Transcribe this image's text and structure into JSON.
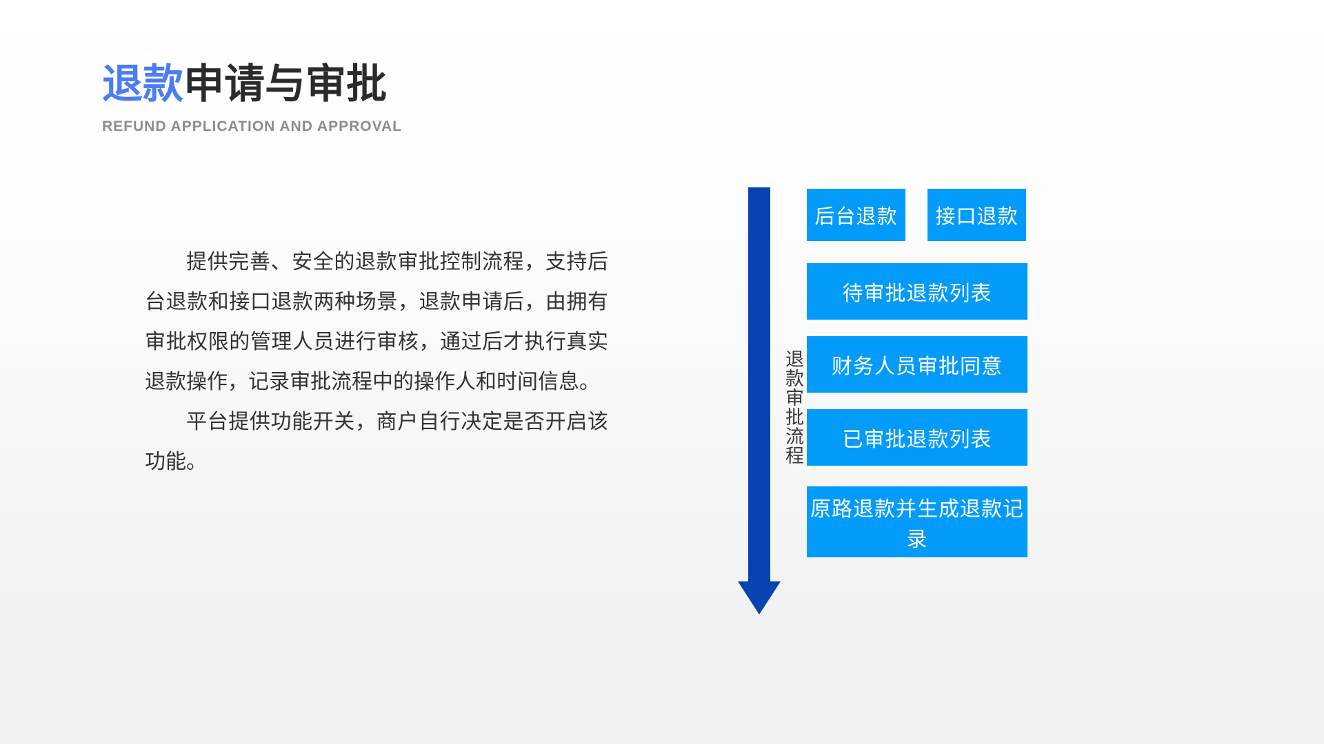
{
  "header": {
    "title_accent": "退款",
    "title_rest": "申请与审批",
    "subtitle": "REFUND APPLICATION AND APPROVAL"
  },
  "body": {
    "paragraph_1": "提供完善、安全的退款审批控制流程，支持后台退款和接口退款两种场景，退款申请后，由拥有审批权限的管理人员进行审核，通过后才执行真实退款操作，记录审批流程中的操作人和时间信息。",
    "paragraph_2": "平台提供功能开关，商户自行决定是否开启该功能。"
  },
  "flow": {
    "axis_label": "退款审批流程",
    "boxes": [
      {
        "label": "后台退款"
      },
      {
        "label": "接口退款"
      },
      {
        "label": "待审批退款列表"
      },
      {
        "label": "财务人员审批同意"
      },
      {
        "label": "已审批退款列表"
      },
      {
        "label": "原路退款并生成退款记录"
      }
    ]
  },
  "colors": {
    "accent_title_blue": "#4b7cf5",
    "arrow_dark_blue": "#0843b2",
    "box_blue": "#039bfa",
    "title_text": "#2b2b2b",
    "subtitle_text": "#8c8c8c",
    "body_text": "#333333"
  }
}
